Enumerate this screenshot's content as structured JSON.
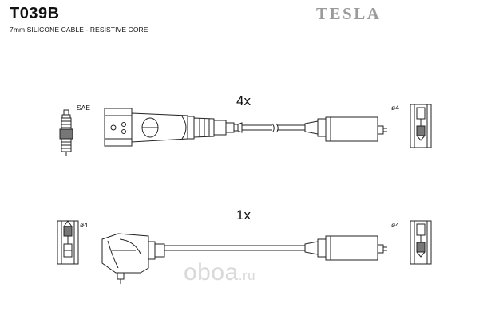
{
  "header": {
    "part_number": "T039B",
    "description": "7mm SILICONE CABLE - RESISTIVE CORE",
    "brand": "TESLA"
  },
  "top_lead": {
    "quantity": "4x",
    "plug_label": "SAE",
    "terminal_label": "ø4"
  },
  "bottom_lead": {
    "quantity": "1x",
    "left_terminal_label": "ø4",
    "right_terminal_label": "ø4"
  },
  "watermark": {
    "text": "oboa",
    "suffix": ".ru"
  }
}
